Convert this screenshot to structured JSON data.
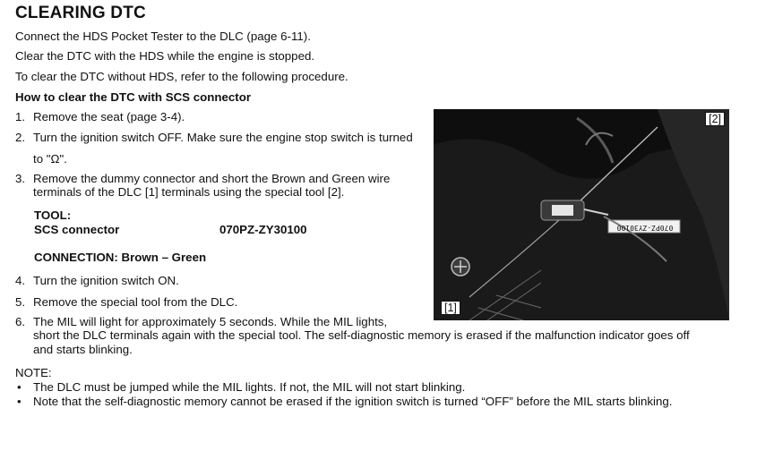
{
  "title": "CLEARING DTC",
  "intro": [
    "Connect the HDS Pocket Tester to the DLC (page 6-11).",
    "Clear the DTC with the HDS while the engine is stopped.",
    "To clear the DTC without HDS, refer to the following procedure."
  ],
  "procedure_heading": "How to clear the DTC with SCS connector",
  "steps": [
    {
      "num": "1.",
      "lines": [
        "Remove the seat (page 3-4)."
      ]
    },
    {
      "num": "2.",
      "lines": [
        "Turn the ignition switch OFF. Make sure the engine stop switch is turned",
        "to \"Ω\"."
      ]
    },
    {
      "num": "3.",
      "lines": [
        "Remove the dummy connector and short the Brown and Green wire",
        "terminals of the DLC [1] terminals using the special tool [2]."
      ]
    },
    {
      "num": "4.",
      "lines": [
        "Turn the ignition switch ON."
      ]
    },
    {
      "num": "5.",
      "lines": [
        "Remove the special tool from the DLC."
      ]
    },
    {
      "num": "6.",
      "lines": [
        "The MIL will light for approximately 5 seconds. While the MIL lights,",
        "short the DLC terminals again with the special tool. The self-diagnostic memory is erased if the malfunction indicator goes off",
        "and starts blinking."
      ]
    }
  ],
  "tool": {
    "heading": "TOOL:",
    "name": "SCS connector",
    "number": "070PZ-ZY30100"
  },
  "connection": "CONNECTION: Brown – Green",
  "note": {
    "heading": "NOTE:",
    "bullet_char": "•",
    "items": [
      "The DLC must be jumped while the MIL lights. If not, the MIL will not start blinking.",
      "Note that the self-diagnostic memory cannot be erased if the ignition switch is turned “OFF” before the MIL starts blinking."
    ]
  },
  "photo": {
    "callout_1": "[1]",
    "callout_2": "[2]",
    "tool_label": "070PZ-ZY30100"
  }
}
